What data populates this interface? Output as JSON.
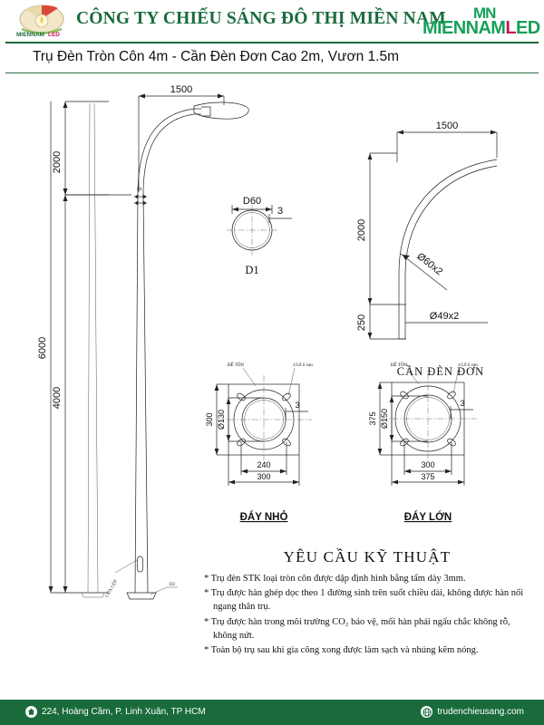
{
  "header": {
    "company_name": "CÔNG TY CHIẾU SÁNG ĐÔ THỊ MIỀN NAM",
    "brand_top": "MN",
    "brand_part1": "MIENNAM",
    "brand_part2": "L",
    "brand_part3": "ED",
    "brand_green": "#17a05a",
    "brand_pink": "#c2185b",
    "rule_color": "#1a6b3c"
  },
  "doc_title": "Trụ Đèn Tròn Côn 4m - Cần Đèn Đơn Cao 2m, Vươn 1.5m",
  "elevation": {
    "dim_1500": "1500",
    "dim_2000": "2000",
    "dim_6000": "6000",
    "dim_4000": "4000",
    "label_d1": "D1",
    "label_d2": "D2",
    "label_cua_cot": "CỬA CỘT"
  },
  "section_d1": {
    "diameter": "D60",
    "thickness": "3",
    "caption": "D1"
  },
  "arm": {
    "dim_1500": "1500",
    "dim_2000": "2000",
    "dim_250": "250",
    "tube_upper": "Ø60x2",
    "tube_lower": "Ø49x2",
    "caption": "CẦN ĐÈN ĐƠN"
  },
  "base_small": {
    "label_de_ton": "ĐẾ TÔN",
    "label_holes": "4 Lỗ ô van",
    "dim_height": "300",
    "dim_inner": "Ø130",
    "thickness": "3",
    "dim_bolt": "240",
    "dim_width": "300",
    "caption": "ĐÁY NHỎ"
  },
  "base_large": {
    "label_de_ton": "ĐẾ TÔN",
    "label_holes": "4 Lỗ ô van",
    "dim_height": "375",
    "dim_inner": "Ø150",
    "thickness": "3",
    "dim_bolt": "300",
    "dim_width": "375",
    "caption": "ĐÁY LỚN"
  },
  "spec": {
    "title": "YÊU CẦU KỸ THUẬT",
    "items": [
      "*  Trụ đèn STK loại tròn côn được dập định hình bằng tấm dày 3mm.",
      "* Trụ được hàn ghép dọc theo 1 đường sinh trên suốt chiều dài, không được hàn nối ngang thân trụ.",
      "* Trụ được hàn trong môi trường CO₂ bảo vệ, mối hàn phải ngấu chắc không rỗ, không nứt.",
      "*  Toàn bộ trụ sau khi gia công xong được làm sạch và nhúng kẽm nóng."
    ]
  },
  "footer": {
    "address": "224, Hoàng Cầm, P. Linh Xuân, TP HCM",
    "website": "trudenchieusang.com",
    "background": "#1a6b3c",
    "home_icon": "home-icon",
    "globe_icon": "globe-icon"
  }
}
